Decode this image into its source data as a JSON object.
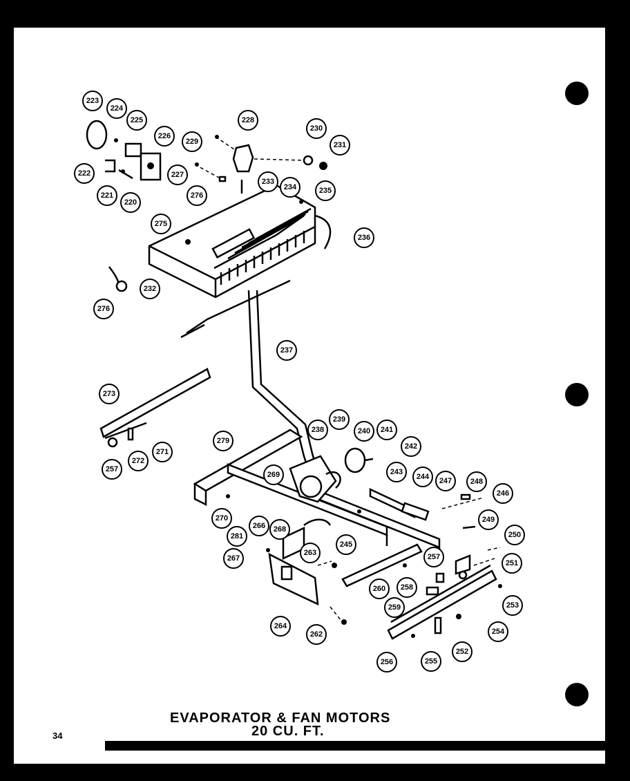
{
  "title": {
    "line1": "EVAPORATOR & FAN MOTORS",
    "line2": "20 CU. FT."
  },
  "page_number": "34",
  "callouts": [
    "223",
    "224",
    "225",
    "226",
    "222",
    "221",
    "220",
    "228",
    "229",
    "227",
    "276a",
    "230",
    "231",
    "233",
    "234",
    "235",
    "275",
    "236",
    "232",
    "276b",
    "237",
    "273",
    "271",
    "272",
    "257a",
    "279",
    "238",
    "239",
    "240",
    "241",
    "242",
    "243",
    "244",
    "247",
    "248",
    "246",
    "269",
    "270",
    "268",
    "266",
    "281",
    "263",
    "245",
    "249",
    "250",
    "257b",
    "251",
    "267",
    "260",
    "258",
    "259",
    "253",
    "264",
    "262",
    "254",
    "255",
    "252",
    "256"
  ],
  "callout_labels": {
    "c223": "223",
    "c224": "224",
    "c225": "225",
    "c226": "226",
    "c222": "222",
    "c221": "221",
    "c220": "220",
    "c228": "228",
    "c229": "229",
    "c227": "227",
    "c276a": "276",
    "c230": "230",
    "c231": "231",
    "c233": "233",
    "c234": "234",
    "c235": "235",
    "c275": "275",
    "c236": "236",
    "c232": "232",
    "c276b": "276",
    "c237": "237",
    "c273": "273",
    "c271": "271",
    "c272": "272",
    "c257a": "257",
    "c279": "279",
    "c238": "238",
    "c239": "239",
    "c240": "240",
    "c241": "241",
    "c242": "242",
    "c243": "243",
    "c244": "244",
    "c247": "247",
    "c248": "248",
    "c246": "246",
    "c269": "269",
    "c270": "270",
    "c268": "268",
    "c266": "266",
    "c281": "281",
    "c263": "263",
    "c245": "245",
    "c249": "249",
    "c250": "250",
    "c257b": "257",
    "c251": "251",
    "c267": "267",
    "c260": "260",
    "c258": "258",
    "c259": "259",
    "c253": "253",
    "c264": "264",
    "c262": "262",
    "c254": "254",
    "c255": "255",
    "c252": "252",
    "c256": "256"
  }
}
